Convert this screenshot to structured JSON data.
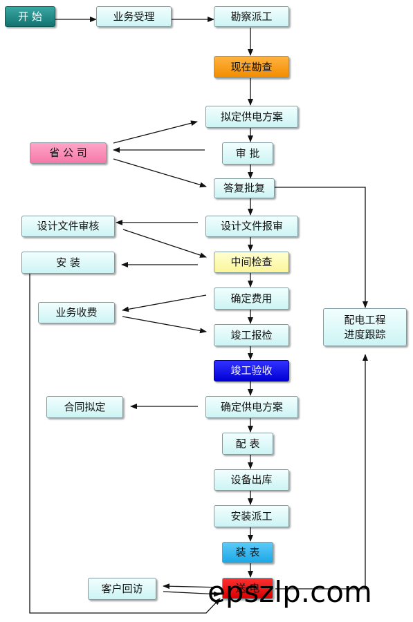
{
  "nodes": {
    "start": "开 始",
    "accept": "业务受理",
    "survey_dispatch": "勘察派工",
    "site_survey": "现在勘查",
    "draft_plan": "拟定供电方案",
    "province": "省 公 司",
    "approve": "审 批",
    "reply": "答复批复",
    "design_review": "设计文件审核",
    "design_submit": "设计文件报审",
    "install_left": "安 装",
    "mid_check": "中间检查",
    "fee": "业务收费",
    "confirm_cost": "确定费用",
    "final_report": "竣工报检",
    "final_accept": "竣工验收",
    "contract": "合同拟定",
    "confirm_plan": "确定供电方案",
    "meter_match": "配 表",
    "equip_out": "设备出库",
    "install_dispatch": "安装派工",
    "meter_install": "装 表",
    "power_on": "送 电",
    "visit": "客户回访",
    "tracking": "配电工程\n进度跟踪"
  },
  "watermark": "epszlp.com",
  "colors": {
    "default_fill": "#dff8f8",
    "start": "#1a8a86",
    "site_survey": "#f7981e",
    "province": "#f58ab5",
    "mid_check": "#fdf9b8",
    "final_accept": "#0808ea",
    "meter_install": "#2bb3ee",
    "power_on": "#ea0d0d",
    "line": "#111111"
  }
}
